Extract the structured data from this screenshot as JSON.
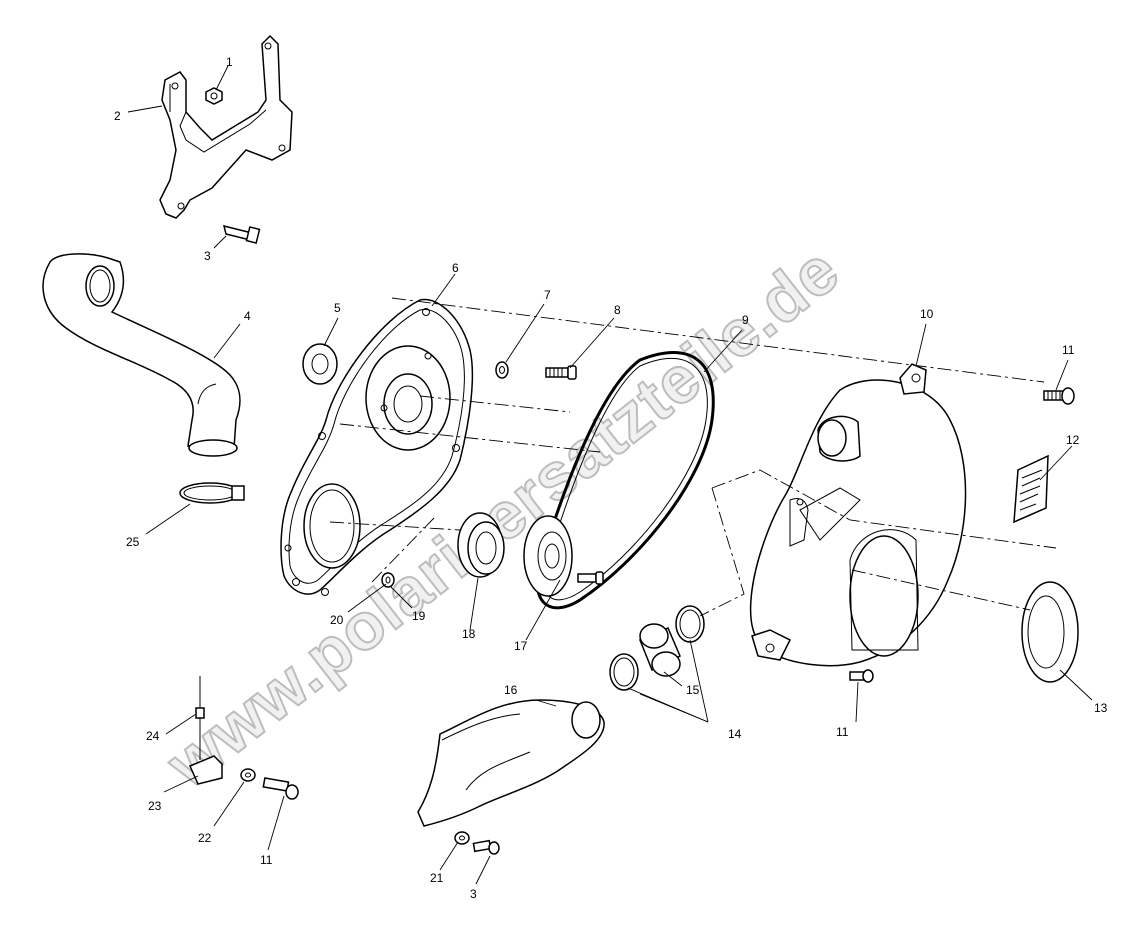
{
  "diagram": {
    "watermark": "www.polarisersatzteile.de",
    "callouts": {
      "c1": "1",
      "c2": "2",
      "c3a": "3",
      "c3b": "3",
      "c4": "4",
      "c5": "5",
      "c6": "6",
      "c7": "7",
      "c8": "8",
      "c9": "9",
      "c10": "10",
      "c11a": "11",
      "c11b": "11",
      "c11c": "11",
      "c12": "12",
      "c13": "13",
      "c14": "14",
      "c15": "15",
      "c16": "16",
      "c17": "17",
      "c18": "18",
      "c19": "19",
      "c20": "20",
      "c21": "21",
      "c22": "22",
      "c23": "23",
      "c24": "24",
      "c25": "25"
    }
  }
}
